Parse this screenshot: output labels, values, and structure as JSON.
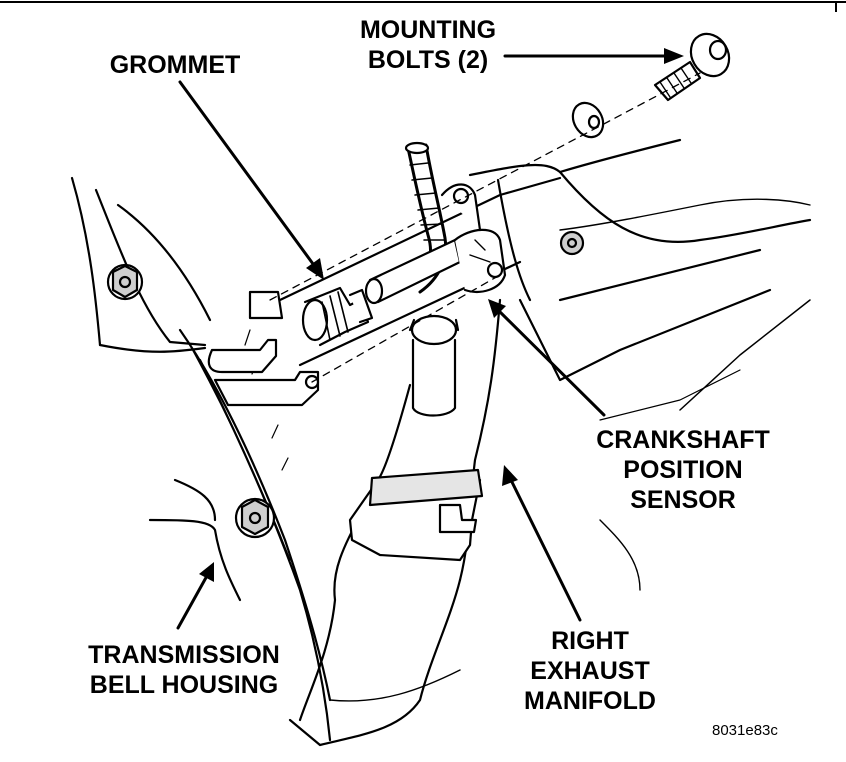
{
  "labels": {
    "mounting_bolts": [
      "MOUNTING",
      "BOLTS (2)"
    ],
    "grommet": "GROMMET",
    "crankshaft_sensor": [
      "CRANKSHAFT",
      "POSITION",
      "SENSOR"
    ],
    "transmission_bell_housing": [
      "TRANSMISSION",
      "BELL HOUSING"
    ],
    "right_exhaust_manifold": [
      "RIGHT",
      "EXHAUST",
      "MANIFOLD"
    ]
  },
  "figure_code": "8031e83c",
  "colors": {
    "ink": "#000000",
    "paper": "#ffffff",
    "shade": "#cfcfcf"
  }
}
